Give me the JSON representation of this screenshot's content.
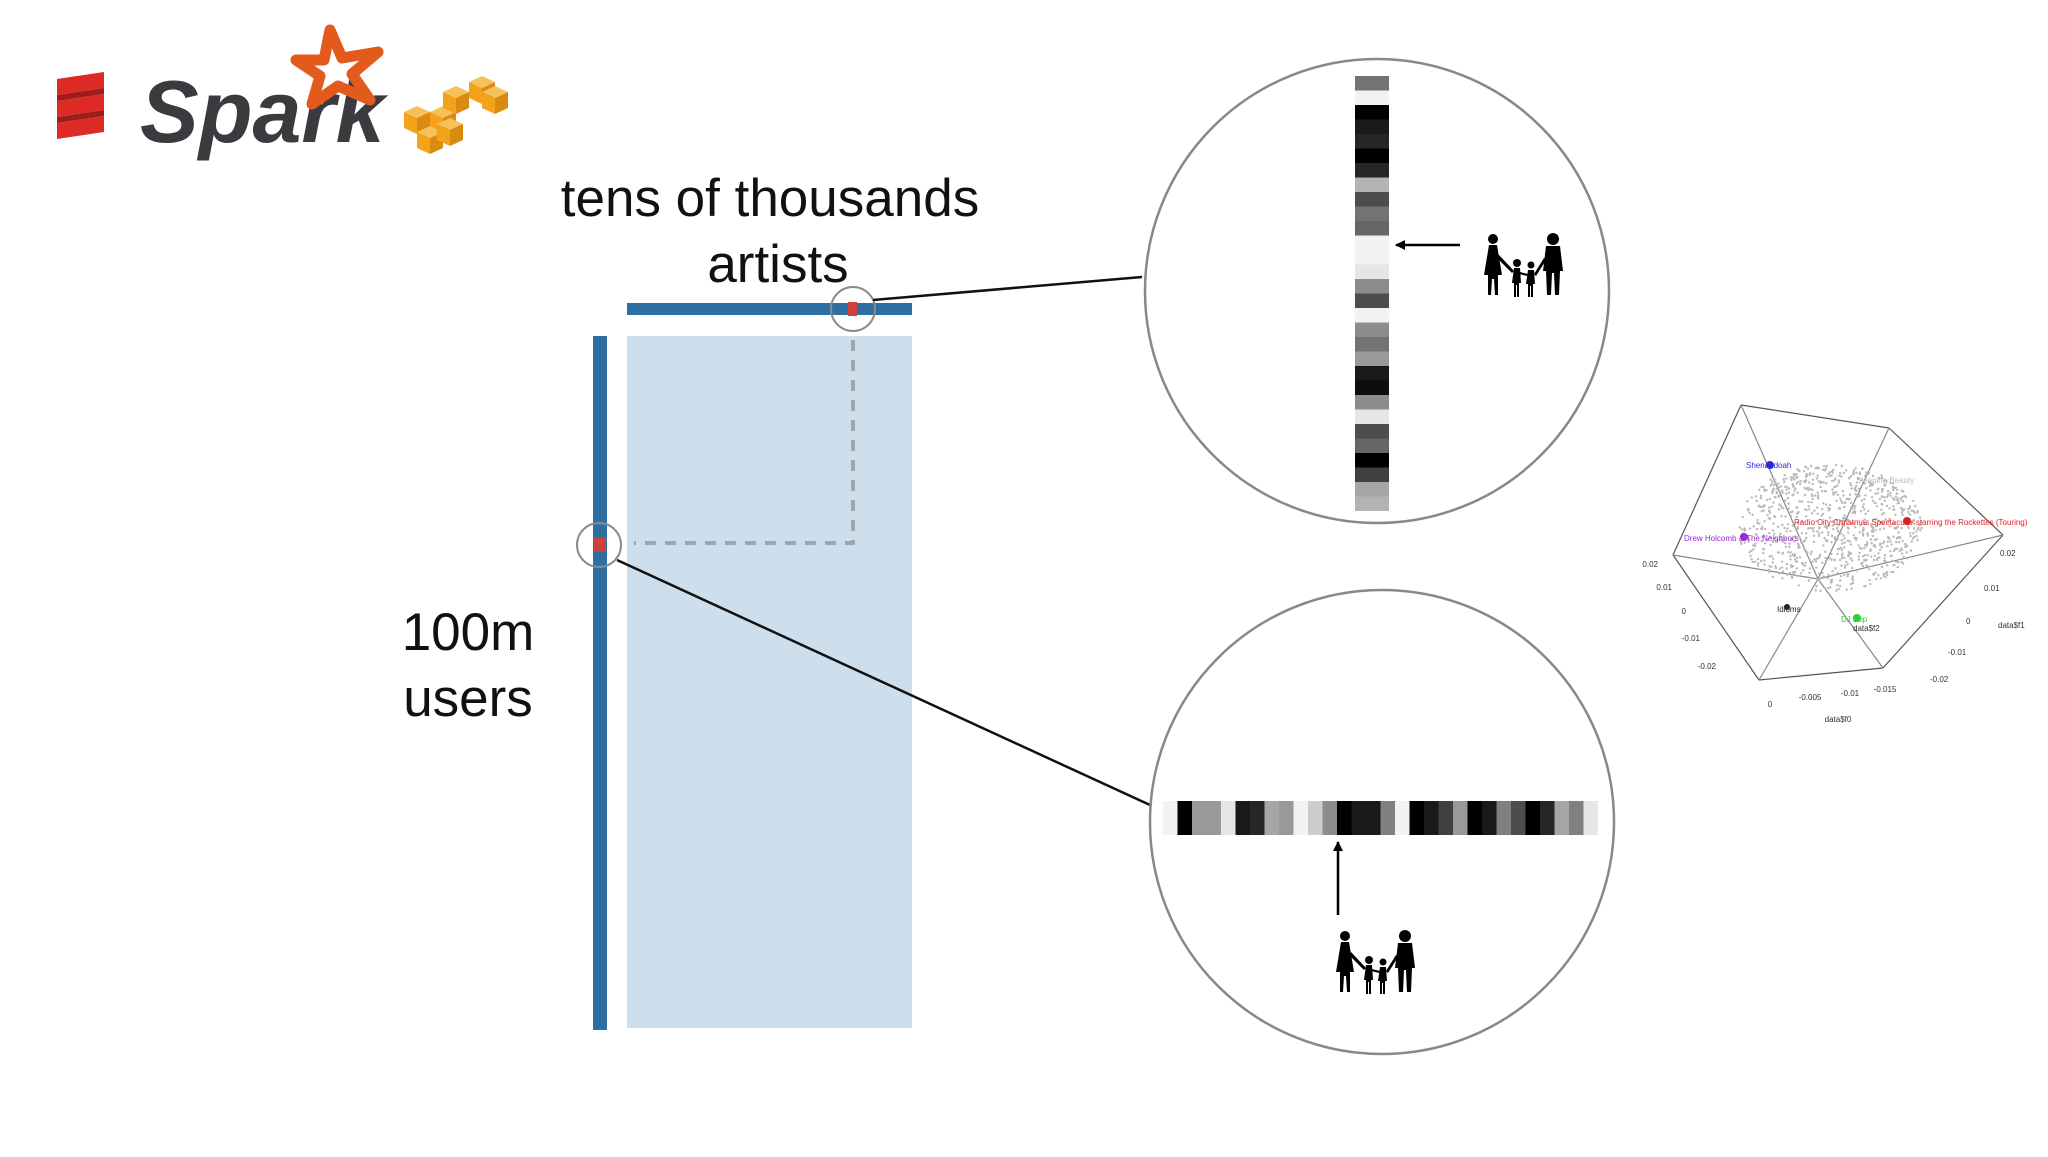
{
  "logos": {
    "scala": "scala-logo",
    "spark": "Spark",
    "aws": "aws-logo"
  },
  "artists_label": [
    "tens of thousands",
    "artists"
  ],
  "users_label": [
    "100m",
    "users"
  ],
  "colors": {
    "bar": "#2e6fa3",
    "matrix": "#cddfec",
    "marker": "#d0413a",
    "spark_text": "#3c3a3e",
    "spark_star": "#e25a1c",
    "aws": "#f3a31a",
    "scala": "#de2a25"
  },
  "top_vector_cells": [
    0.55,
    0.05,
    1,
    0.9,
    0.85,
    1,
    0.85,
    0.3,
    0.7,
    0.55,
    0.6,
    0.05,
    0.05,
    0.1,
    0.45,
    0.7,
    0.05,
    0.45,
    0.55,
    0.4,
    0.9,
    0.95,
    0.45,
    0.1,
    0.7,
    0.6,
    1,
    0.75,
    0.35,
    0.3
  ],
  "bottom_vector_cells": [
    0.05,
    1,
    0.4,
    0.4,
    0.1,
    0.9,
    0.85,
    0.35,
    0.4,
    0.05,
    0.2,
    0.45,
    1,
    0.9,
    0.9,
    0.5,
    0.05,
    1,
    0.9,
    0.75,
    0.4,
    1,
    0.9,
    0.5,
    0.7,
    1,
    0.85,
    0.35,
    0.5,
    0.1
  ],
  "scatter": {
    "labels": [
      {
        "text": "Shenandoah",
        "color": "#2b2bd6"
      },
      {
        "text": "Drew Holcomb & The Neighbors",
        "color": "#9b2bd6"
      },
      {
        "text": "Radio City Christmas Spectacular starring the Rockettes (Touring)",
        "color": "#e02020"
      },
      {
        "text": "Sleeping Beauty",
        "color": "#bbbbbb"
      },
      {
        "text": "Idioms",
        "color": "#222222"
      },
      {
        "text": "DJ Bop",
        "color": "#33cc33"
      }
    ],
    "left_ticks": [
      "0.02",
      "0.01",
      "0",
      "-0.01",
      "-0.02"
    ],
    "bottom_ticks": [
      "0",
      "-0.005",
      "-0.01",
      "-0.015"
    ],
    "right_ticks": [
      "0.02",
      "0.01",
      "0",
      "-0.01",
      "-0.02"
    ],
    "axis_x": "data$f0",
    "axis_y": "data$f1",
    "axis_z": "data$f2"
  }
}
